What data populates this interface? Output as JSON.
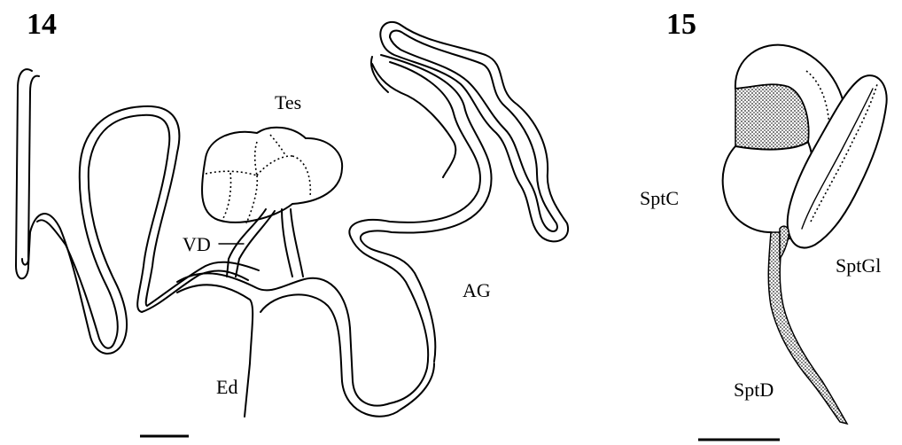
{
  "figure_14": {
    "number": "14",
    "labels": {
      "testis": "Tes",
      "vas_deferens": "VD",
      "albumen_gland": "AG",
      "ejaculatory_duct": "Ed"
    }
  },
  "figure_15": {
    "number": "15",
    "labels": {
      "spermatheca_sac": "SptC",
      "spermatheca_gland": "SptGl",
      "spermatheca_duct": "SptD"
    }
  },
  "colors": {
    "ink": "#000000",
    "background": "#ffffff"
  }
}
